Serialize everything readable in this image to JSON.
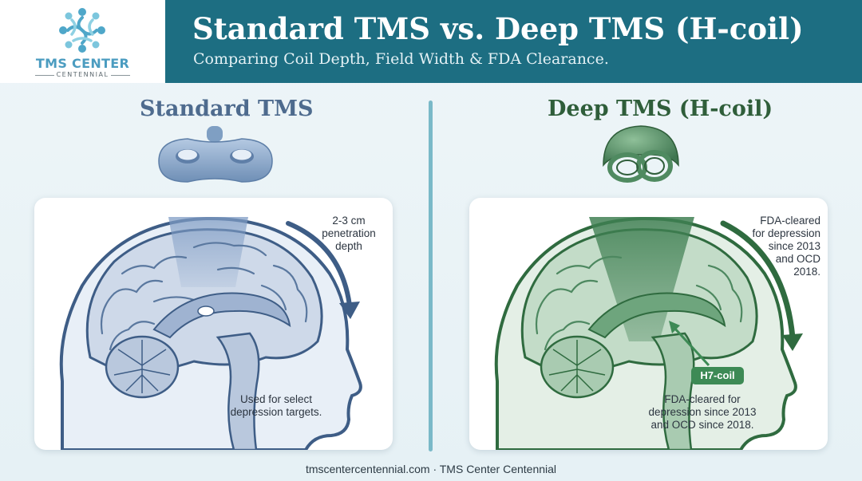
{
  "header": {
    "logo": {
      "name": "TMS CENTER",
      "sub": "CENTENNIAL",
      "icon": "people-circle-logo"
    },
    "title": "Standard TMS vs. Deep TMS (H-coil)",
    "subtitle": "Comparing Coil Depth, Field Width & FDA Clearance."
  },
  "columns": {
    "standard": {
      "title": "Standard TMS",
      "coil_icon": "figure-eight-coil",
      "depth_label": "2-3 cm\npenetration\ndepth",
      "note": "Used for select\ndepression targets.",
      "accent": "#4e6b8e"
    },
    "deep": {
      "title": "Deep TMS (H-coil)",
      "coil_icon": "h-coil",
      "fda_label": "FDA-cleared\nfor depression\nsince 2013\nand OCD\n2018.",
      "badge": "H7-coil",
      "note": "FDA-cleared for\ndepression since 2013\nand OCD since 2018.",
      "accent": "#2f6b3f"
    }
  },
  "footer": "tmscentercentennial.com · TMS Center Centennial"
}
